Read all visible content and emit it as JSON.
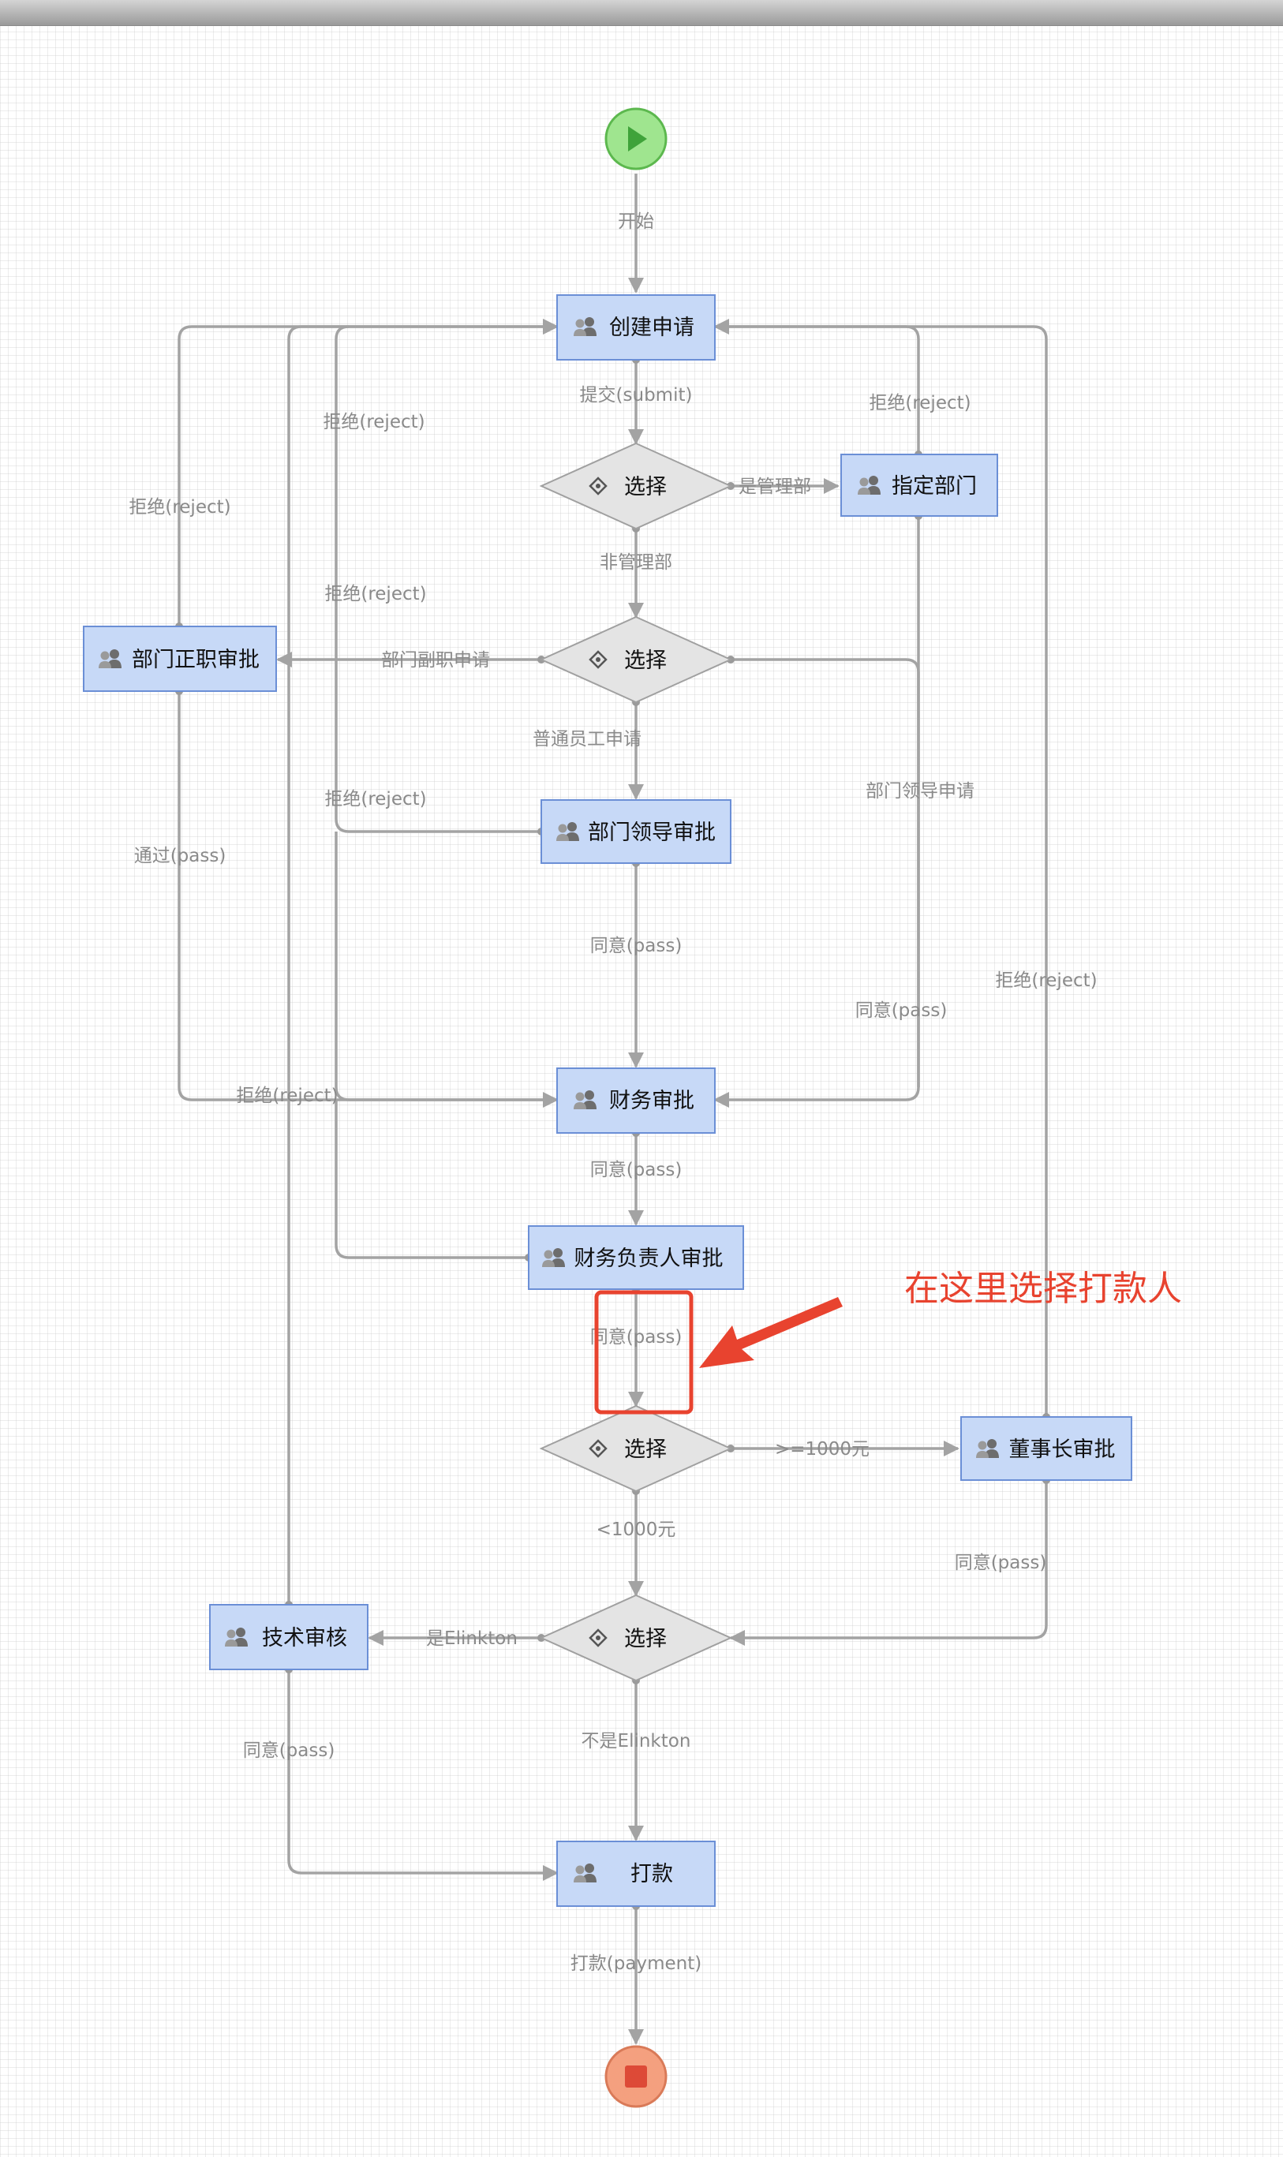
{
  "colors": {
    "task_fill": "#c7d9f7",
    "task_stroke": "#6b8fd6",
    "gateway_fill": "#e4e4e4",
    "gateway_stroke": "#a0a0a0",
    "edge": "#a3a3a3",
    "edge_label": "#8a8a8a",
    "start_fill": "#9fe58f",
    "start_icon": "#3fa33a",
    "end_fill": "#f4a07f",
    "end_icon": "#dd4a37",
    "annotation": "#e8432f"
  },
  "nodes": {
    "start": {
      "icon": "play-icon"
    },
    "create": {
      "label": "创建申请",
      "icon": "users-icon"
    },
    "gw1": {
      "label": "选择",
      "icon": "gateway-icon"
    },
    "designate": {
      "label": "指定部门",
      "icon": "users-icon"
    },
    "gw2": {
      "label": "选择",
      "icon": "gateway-icon"
    },
    "dept_head": {
      "label": "部门正职审批",
      "icon": "users-icon"
    },
    "dept_leader": {
      "label": "部门领导审批",
      "icon": "users-icon"
    },
    "finance": {
      "label": "财务审批",
      "icon": "users-icon"
    },
    "finance_head": {
      "label": "财务负责人审批",
      "icon": "users-icon"
    },
    "gw3": {
      "label": "选择",
      "icon": "gateway-icon"
    },
    "chairman": {
      "label": "董事长审批",
      "icon": "users-icon"
    },
    "gw4": {
      "label": "选择",
      "icon": "gateway-icon"
    },
    "tech": {
      "label": "技术审核",
      "icon": "users-icon"
    },
    "pay": {
      "label": "打款",
      "icon": "users-icon"
    },
    "end": {
      "icon": "stop-icon"
    }
  },
  "edge_labels": {
    "start_create": "开始",
    "submit": "提交(submit)",
    "is_mgmt": "是管理部",
    "not_mgmt": "非管理部",
    "deputy_apply": "部门副职申请",
    "staff_apply": "普通员工申请",
    "leader_apply": "部门领导申请",
    "reject_designate": "拒绝(reject)",
    "reject_outer_left": "拒绝(reject)",
    "reject_finance_head": "拒绝(reject)",
    "reject_inner": "拒绝(reject)",
    "reject_dept_leader": "拒绝(reject)",
    "reject_finance": "拒绝(reject)",
    "reject_chairman": "拒绝(reject)",
    "pass_dept_head": "通过(pass)",
    "agree_dept_leader": "同意(pass)",
    "agree_designate": "同意(pass)",
    "agree_finance": "同意(pass)",
    "agree_finance_head": "同意(pass)",
    "ge_1000": ">=1000元",
    "lt_1000": "<1000元",
    "agree_chairman": "同意(pass)",
    "is_elinkton": "是Elinkton",
    "not_elinkton": "不是Elinkton",
    "agree_tech": "同意(pass)",
    "payment": "打款(payment)"
  },
  "annotation": {
    "text": "在这里选择打款人"
  }
}
